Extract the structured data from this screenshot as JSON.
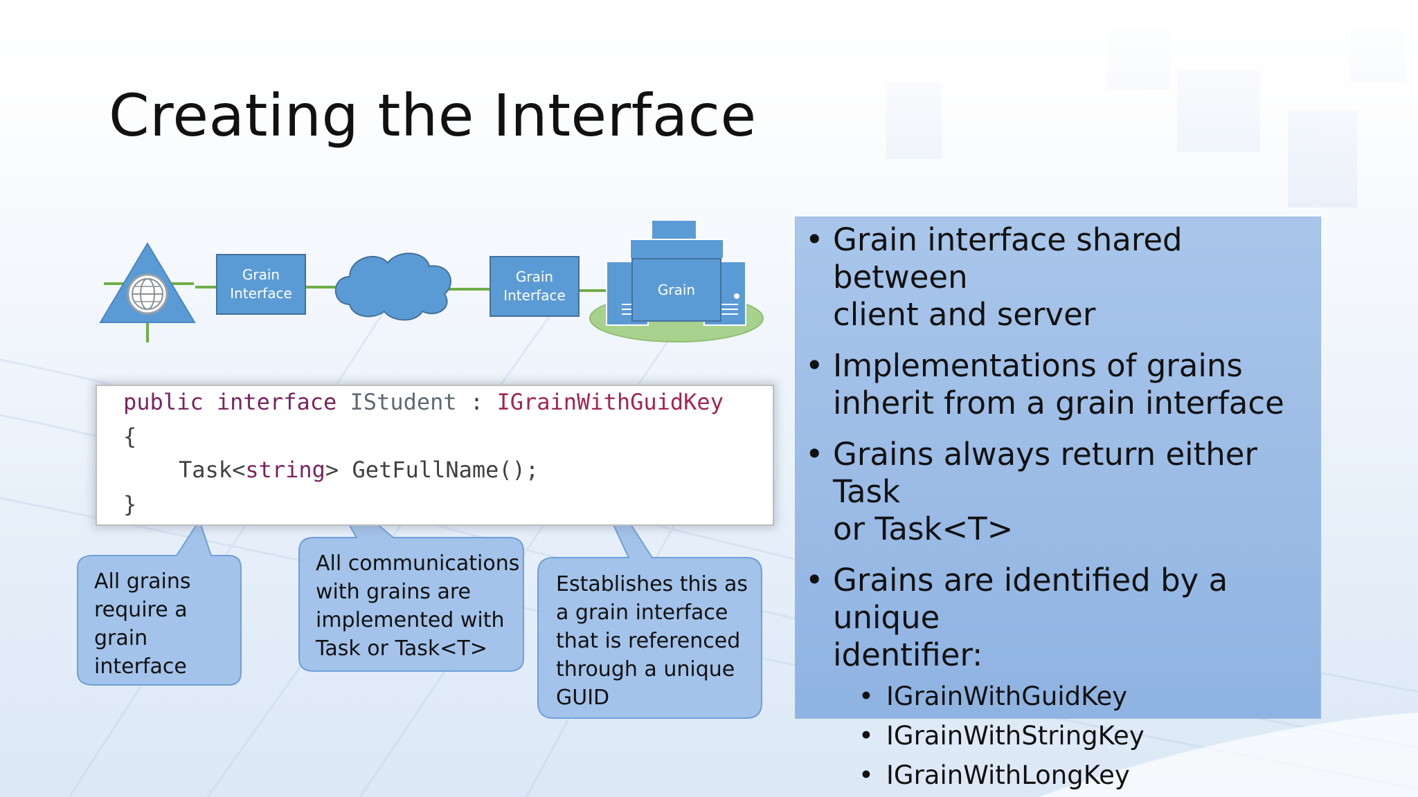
{
  "slide": {
    "title": "Creating the Interface"
  },
  "diagram": {
    "grain_interface_left": [
      "Grain",
      "Interface"
    ],
    "grain_interface_right": [
      "Grain",
      "Interface"
    ],
    "grain_label": "Grain",
    "client_icon": "globe-triangle-icon",
    "cloud_icon": "cloud-icon",
    "server_icon": "server-cluster-icon",
    "colors": {
      "node_fill": "#5b9bd5",
      "node_stroke": "#41719c",
      "connector": "#70ad47",
      "platform": "#a9d18e"
    }
  },
  "code": {
    "line1": {
      "kw1": "public",
      "kw2": "interface",
      "type": "IStudent",
      "colon": ":",
      "base": "IGrainWithGuidKey"
    },
    "line2": "{",
    "line3": {
      "task": "Task<",
      "string": "string",
      "rest": "> GetFullName();"
    },
    "line4": "}"
  },
  "callouts": [
    {
      "lines": [
        "All grains",
        "require a",
        "grain",
        "interface"
      ]
    },
    {
      "lines": [
        "All communications",
        "with grains are",
        "implemented with",
        "Task or Task<T>"
      ]
    },
    {
      "lines": [
        "Establishes this as",
        "a grain interface",
        "that is referenced",
        "through a unique",
        "GUID"
      ]
    }
  ],
  "panel": {
    "bullet_char": "•",
    "bullets": [
      {
        "lines": [
          "Grain interface shared between",
          "client and server"
        ]
      },
      {
        "lines": [
          "Implementations of grains",
          "inherit from a grain interface"
        ]
      },
      {
        "lines": [
          "Grains always return either Task",
          "or Task<T>"
        ]
      },
      {
        "lines": [
          "Grains are identified by a unique",
          "identifier:"
        ]
      }
    ],
    "sub_bullets": [
      "IGrainWithGuidKey",
      "IGrainWithStringKey",
      "IGrainWithLongKey"
    ]
  }
}
